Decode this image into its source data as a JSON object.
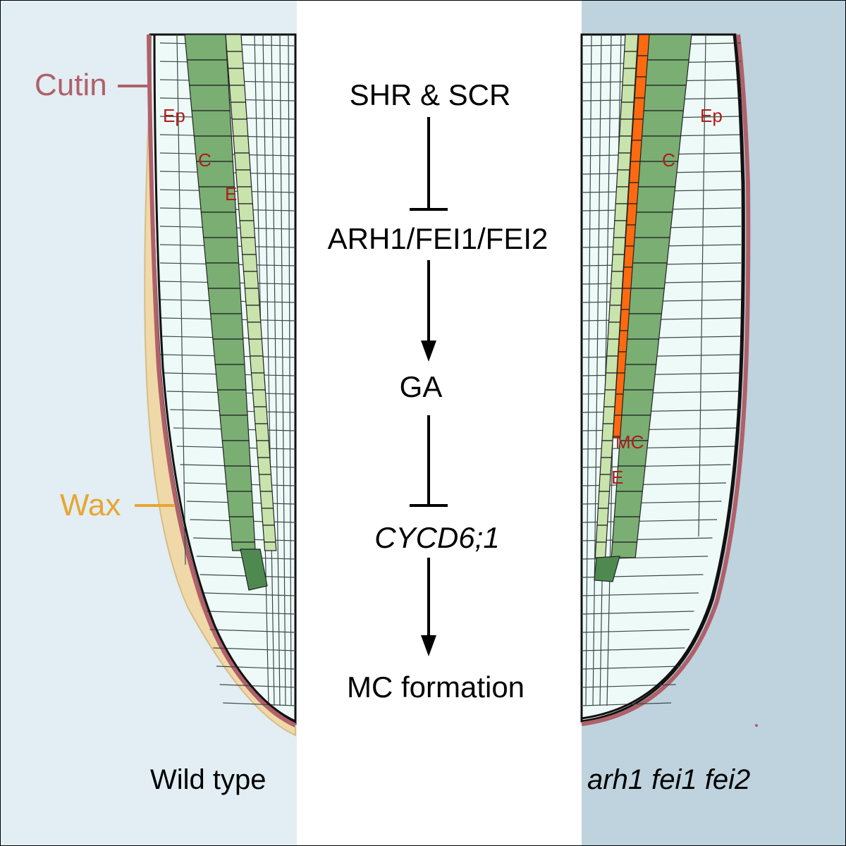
{
  "panels": {
    "left": {
      "caption": "Wild type",
      "background": "#e2eef3",
      "labels": {
        "epidermis": "Ep",
        "cortex": "C",
        "endodermis": "E"
      }
    },
    "right": {
      "caption": "arh1 fei1 fei2",
      "background": "#bed3dd",
      "labels": {
        "epidermis": "Ep",
        "cortex": "C",
        "middle_cortex": "MC",
        "endodermis": "E"
      }
    }
  },
  "callouts": {
    "cutin": {
      "label": "Cutin",
      "color": "#b0606a"
    },
    "wax": {
      "label": "Wax",
      "color": "#e8a531"
    }
  },
  "pathway": {
    "nodes": [
      "SHR & SCR",
      "ARH1/FEI1/FEI2",
      "GA",
      "CYCD6;1",
      "MC formation"
    ],
    "italic_node": "CYCD6;1",
    "edges": [
      "inhibits",
      "activates",
      "inhibits",
      "activates"
    ]
  },
  "colors": {
    "cortex": "#7aae73",
    "endodermis": "#c8e3ac",
    "middle_cortex": "#ff6a10",
    "cell": "#eefaf7",
    "cutin": "#b0606a",
    "wax": "#f0d9a8",
    "quiescent": "#4e8a50"
  }
}
